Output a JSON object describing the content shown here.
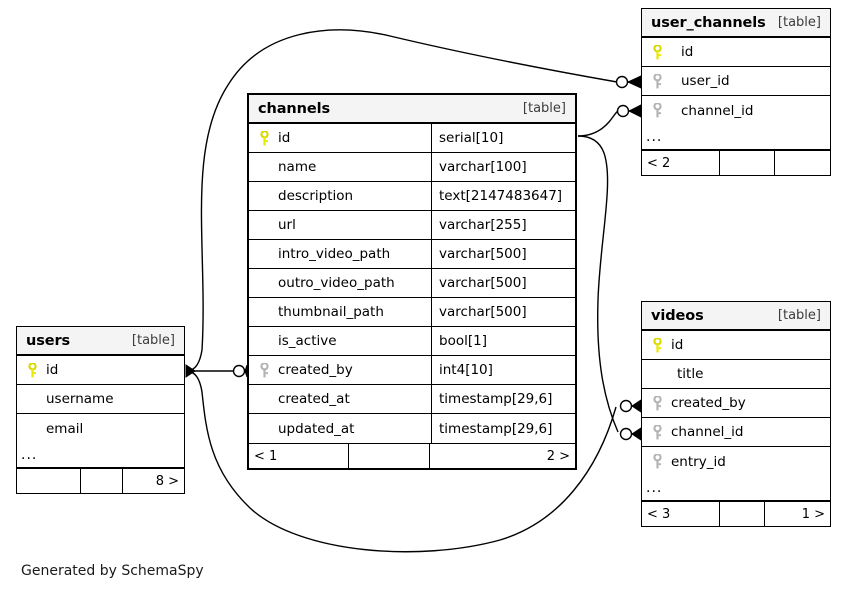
{
  "diagram": {
    "kind": "entity-relationship-diagram",
    "generator_caption": "Generated by SchemaSpy",
    "table_tag": "[table]",
    "ellipsis": "...",
    "colors": {
      "primary_key": "#e8e800",
      "foreign_key": "#b3b3b3",
      "header_bg": "#f4f4f4",
      "border": "#000000",
      "background": "#ffffff"
    }
  },
  "tables": {
    "channels": {
      "name": "channels",
      "tag": "[table]",
      "columns": [
        {
          "name": "id",
          "type": "serial[10]",
          "key": "primary"
        },
        {
          "name": "name",
          "type": "varchar[100]",
          "key": "none"
        },
        {
          "name": "description",
          "type": "text[2147483647]",
          "key": "none"
        },
        {
          "name": "url",
          "type": "varchar[255]",
          "key": "none"
        },
        {
          "name": "intro_video_path",
          "type": "varchar[500]",
          "key": "none"
        },
        {
          "name": "outro_video_path",
          "type": "varchar[500]",
          "key": "none"
        },
        {
          "name": "thumbnail_path",
          "type": "varchar[500]",
          "key": "none"
        },
        {
          "name": "is_active",
          "type": "bool[1]",
          "key": "none"
        },
        {
          "name": "created_by",
          "type": "int4[10]",
          "key": "foreign"
        },
        {
          "name": "created_at",
          "type": "timestamp[29,6]",
          "key": "none"
        },
        {
          "name": "updated_at",
          "type": "timestamp[29,6]",
          "key": "none"
        }
      ],
      "footer": {
        "left": "< 1",
        "middle": "",
        "right": "2 >"
      }
    },
    "user_channels": {
      "name": "user_channels",
      "tag": "[table]",
      "columns": [
        {
          "name": "id",
          "type": "",
          "key": "primary"
        },
        {
          "name": "user_id",
          "type": "",
          "key": "foreign"
        },
        {
          "name": "channel_id",
          "type": "",
          "key": "foreign"
        }
      ],
      "has_ellipsis": true,
      "footer": {
        "left": "< 2",
        "middle": "",
        "right": ""
      }
    },
    "videos": {
      "name": "videos",
      "tag": "[table]",
      "columns": [
        {
          "name": "id",
          "type": "",
          "key": "primary"
        },
        {
          "name": "title",
          "type": "",
          "key": "none"
        },
        {
          "name": "created_by",
          "type": "",
          "key": "foreign"
        },
        {
          "name": "channel_id",
          "type": "",
          "key": "foreign"
        },
        {
          "name": "entry_id",
          "type": "",
          "key": "foreign"
        }
      ],
      "has_ellipsis": true,
      "footer": {
        "left": "< 3",
        "middle": "",
        "right": "1 >"
      }
    },
    "users": {
      "name": "users",
      "tag": "[table]",
      "columns": [
        {
          "name": "id",
          "type": "",
          "key": "primary"
        },
        {
          "name": "username",
          "type": "",
          "key": "none"
        },
        {
          "name": "email",
          "type": "",
          "key": "none"
        }
      ],
      "has_ellipsis": true,
      "footer": {
        "left": "",
        "middle": "",
        "right": "8 >"
      }
    }
  },
  "relationships": [
    {
      "from": "users.id",
      "to": "user_channels.user_id",
      "cardinality": "zero-or-many"
    },
    {
      "from": "channels.id",
      "to": "user_channels.channel_id",
      "cardinality": "zero-or-many"
    },
    {
      "from": "users.id",
      "to": "channels.created_by",
      "cardinality": "zero-or-many"
    },
    {
      "from": "users.id",
      "to": "videos.created_by",
      "cardinality": "zero-or-many"
    },
    {
      "from": "channels.id",
      "to": "videos.channel_id",
      "cardinality": "zero-or-many"
    }
  ]
}
